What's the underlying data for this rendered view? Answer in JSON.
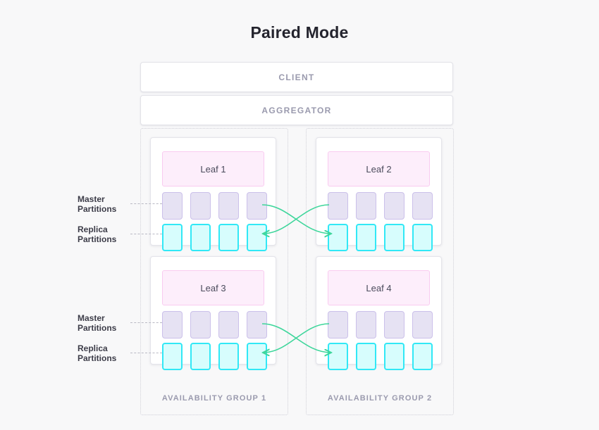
{
  "page": {
    "title": "Paired Mode",
    "background_color": "#f8f8f9"
  },
  "colors": {
    "title_text": "#24242e",
    "bar_text": "#9a9aae",
    "leaf_fill": "#fdeefb",
    "leaf_border": "#f9cbf0",
    "leaf_text": "#4b4b5c",
    "master_fill": "#e6e2f3",
    "master_border": "#cbc0ea",
    "replica_fill": "#d7fdfd",
    "replica_border": "#31e8f6",
    "arrow_green": "#3ed69b",
    "group_border": "#cfcfd8",
    "card_border": "#e4e4ea",
    "label_text": "#3c3c48"
  },
  "topbars": [
    {
      "name": "client",
      "label": "CLIENT"
    },
    {
      "name": "aggregator",
      "label": "AGGREGATOR"
    }
  ],
  "side_labels": {
    "master": "Master\nPartitions",
    "master_line1": "Master",
    "master_line2": "Partitions",
    "replica_line1": "Replica",
    "replica_line2": "Partitions"
  },
  "availability_groups": [
    {
      "name": "availability-group-1",
      "label": "AVAILABILITY GROUP 1",
      "leaves": [
        {
          "label": "Leaf 1",
          "master_count": 4,
          "replica_count": 4
        },
        {
          "label": "Leaf 3",
          "master_count": 4,
          "replica_count": 4
        }
      ]
    },
    {
      "name": "availability-group-2",
      "label": "AVAILABILITY GROUP 2",
      "leaves": [
        {
          "label": "Leaf 2",
          "master_count": 4,
          "replica_count": 4
        },
        {
          "label": "Leaf 4",
          "master_count": 4,
          "replica_count": 4
        }
      ]
    }
  ],
  "pairings": [
    {
      "name": "pairing-leaf1-to-leaf2",
      "from": "Leaf 1 master",
      "to": "Leaf 2 replica",
      "direction": "right"
    },
    {
      "name": "pairing-leaf2-to-leaf1",
      "from": "Leaf 2 master",
      "to": "Leaf 1 replica",
      "direction": "left"
    },
    {
      "name": "pairing-leaf3-to-leaf4",
      "from": "Leaf 3 master",
      "to": "Leaf 4 replica",
      "direction": "right"
    },
    {
      "name": "pairing-leaf4-to-leaf3",
      "from": "Leaf 4 master",
      "to": "Leaf 3 replica",
      "direction": "left"
    }
  ]
}
